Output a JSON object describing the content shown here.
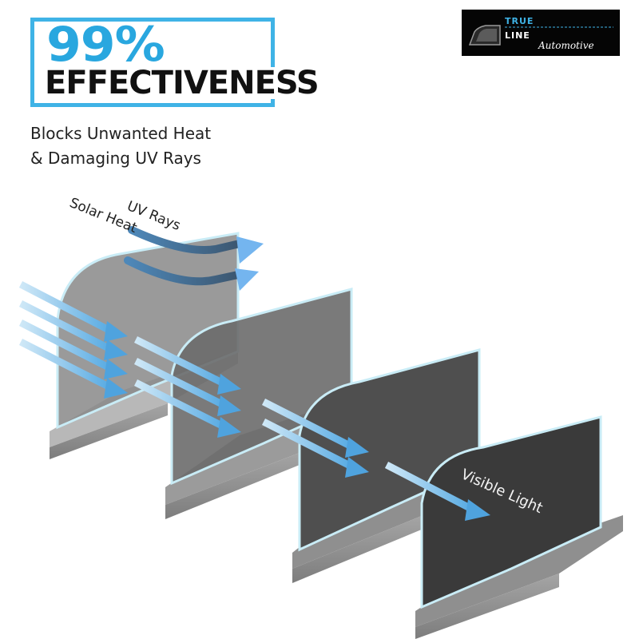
{
  "headline": {
    "percent": "99%",
    "word": "EFFECTIVENESS"
  },
  "subtitle": {
    "line1": "Blocks Unwanted Heat",
    "line2": "& Damaging UV Rays"
  },
  "logo": {
    "line1": "TRUE",
    "line2": "LINE",
    "line3": "Automotive"
  },
  "labels": {
    "uv_rays": "UV Rays",
    "solar_heat": "Solar Heat",
    "visible_light": "Visible Light"
  },
  "colors": {
    "accent": "#29a7df",
    "arrow": "#5eb4e8",
    "arrow_dark": "#4a6f8c",
    "glass_edge": "#bfe6f2",
    "base": "#8a8a8a"
  }
}
